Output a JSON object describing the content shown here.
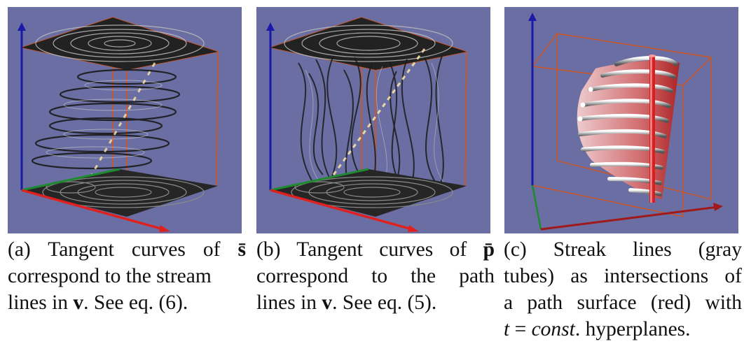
{
  "colors": {
    "background": "#6a6ea2",
    "box_edge": "#d2551e",
    "axis_x": "#e0201e",
    "axis_y": "#1e8a2e",
    "axis_z": "#1a1aa8",
    "streak": "#cfcfcf",
    "surface": "#e08080",
    "red_tube": "#d81e1e"
  },
  "panels": [
    {
      "id": "a",
      "icon": "stream-lines-3d-render",
      "caption": {
        "tag": "(a)",
        "pre": "Tangent curves of",
        "symbol": "s̄",
        "line2": "correspond to the stream",
        "line3_pre": "lines in",
        "line3_bold": "v",
        "line3_post": ". See eq. (6)."
      }
    },
    {
      "id": "b",
      "icon": "path-lines-3d-render",
      "caption": {
        "tag": "(b)",
        "pre": "Tangent curves of",
        "symbol": "p̄",
        "line2": "correspond to the path",
        "line3_pre": "lines in",
        "line3_bold": "v",
        "line3_post": ". See eq. (5)."
      }
    },
    {
      "id": "c",
      "icon": "streak-surface-3d-render",
      "caption": {
        "line1": "(c) Streak lines (gray",
        "line2": "tubes) as intersections of",
        "line3": "a path surface (red) with",
        "line4_var": "t",
        "line4_eq": " = ",
        "line4_const": "const",
        "line4_post": ". hyperplanes."
      }
    }
  ]
}
